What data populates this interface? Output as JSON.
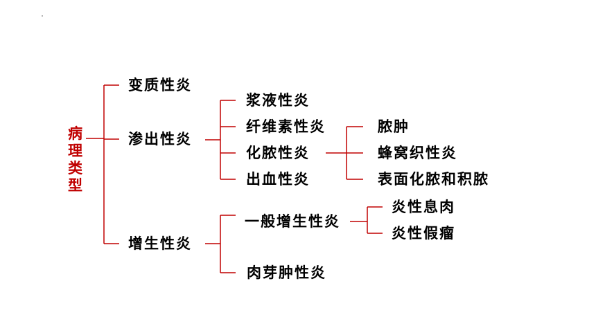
{
  "accent_color": "#c00000",
  "root": "病理类型",
  "level1": {
    "alterative": "变质性炎",
    "exudative": "渗出性炎",
    "proliferative": "增生性炎"
  },
  "exudative_children": {
    "serous": "浆液性炎",
    "fibrinous": "纤维素性炎",
    "suppurative": "化脓性炎",
    "hemorrhagic": "出血性炎"
  },
  "suppurative_children": {
    "abscess": "脓肿",
    "phlegmonous": "蜂窝织性炎",
    "empyema": "表面化脓和积脓"
  },
  "proliferative_children": {
    "general": "一般增生性炎",
    "granulation": "肉芽肿性炎"
  },
  "general_children": {
    "polyp": "炎性息肉",
    "pseudotumor": "炎性假瘤"
  }
}
